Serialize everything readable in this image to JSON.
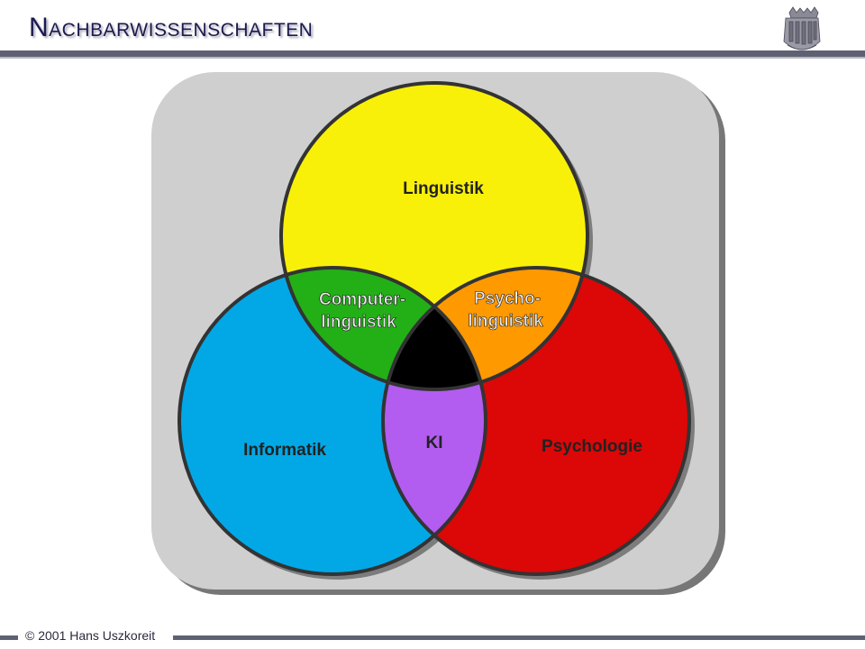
{
  "header": {
    "title": "Nachbarwissenschaften"
  },
  "footer": {
    "copyright": "© 2001 Hans Uszkoreit"
  },
  "diagram": {
    "circles": [
      {
        "label": "Linguistik",
        "color": "#f9f00a"
      },
      {
        "label": "Informatik",
        "color": "#02a8e6"
      },
      {
        "label": "Psychologie",
        "color": "#dc0707"
      }
    ],
    "overlaps": [
      {
        "label": [
          "Computer-",
          "linguistik"
        ],
        "color": "#22b016"
      },
      {
        "label": [
          "Psycho-",
          "linguistik"
        ],
        "color": "#ff9900"
      },
      {
        "label": [
          "KI"
        ],
        "color": "#b35cf0"
      }
    ],
    "center_color": "#000000",
    "panel_color": "#cfcfcf"
  }
}
